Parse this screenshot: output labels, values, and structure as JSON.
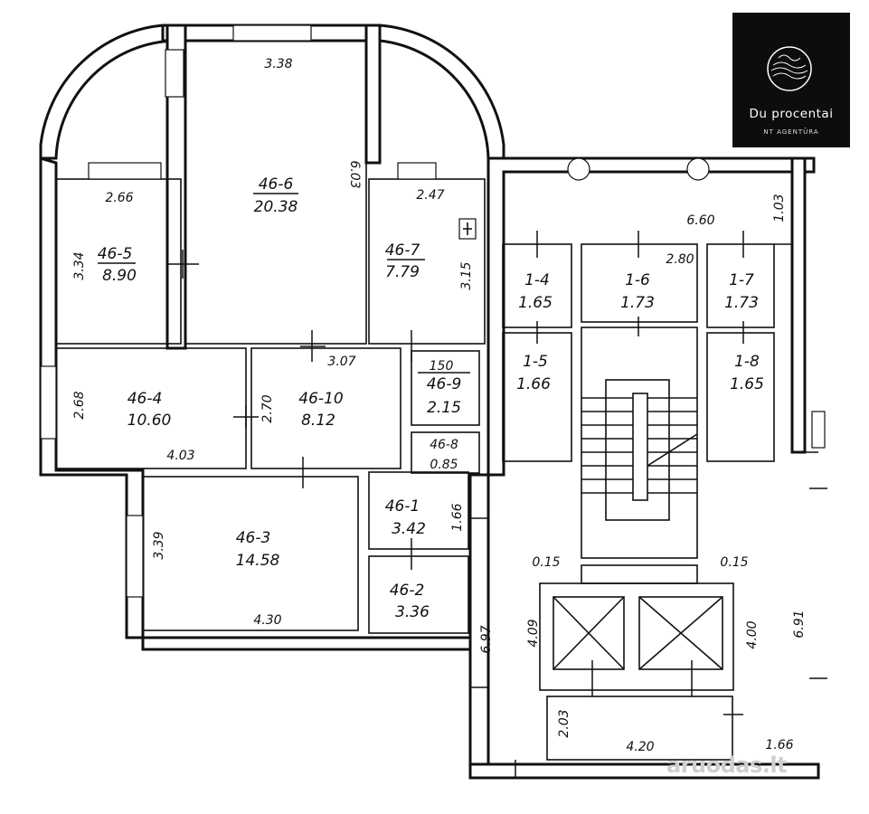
{
  "logo": {
    "name": "Du procentai",
    "subtitle": "NT AGENTŪRA",
    "icon": "wave-circle-24-icon"
  },
  "watermark": "aruodas.lt",
  "rooms": [
    {
      "id": "46-6",
      "area": "20.38"
    },
    {
      "id": "46-5",
      "area": "8.90"
    },
    {
      "id": "46-7",
      "area": "7.79"
    },
    {
      "id": "46-4",
      "area": "10.60"
    },
    {
      "id": "46-10",
      "area": "8.12"
    },
    {
      "id": "46-9",
      "area": "2.15"
    },
    {
      "id": "46-8",
      "area": "0.85"
    },
    {
      "id": "46-3",
      "area": "14.58"
    },
    {
      "id": "46-1",
      "area": "3.42"
    },
    {
      "id": "46-2",
      "area": "3.36"
    },
    {
      "id": "1-4",
      "area": "1.65"
    },
    {
      "id": "1-6",
      "area": "1.73"
    },
    {
      "id": "1-7",
      "area": "1.73"
    },
    {
      "id": "1-5",
      "area": "1.66"
    },
    {
      "id": "1-8",
      "area": "1.65"
    }
  ],
  "dimensions": [
    "3.38",
    "6.03",
    "2.66",
    "3.34",
    "2.47",
    "3.15",
    "6.60",
    "1.03",
    "2.80",
    "3.07",
    "2.68",
    "2.70",
    "4.03",
    "150",
    "3.39",
    "4.30",
    "1.66",
    "6.97",
    "4.09",
    "0.15",
    "0.15",
    "4.00",
    "6.91",
    "2.03",
    "4.20",
    "1.66"
  ]
}
